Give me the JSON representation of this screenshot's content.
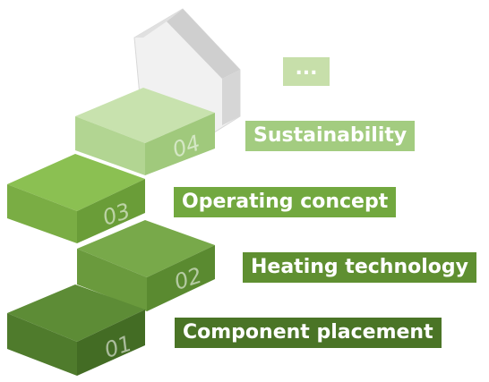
{
  "steps": [
    {
      "number": "01",
      "label": "Component placement",
      "color": "#4a7426"
    },
    {
      "number": "02",
      "label": "Heating technology",
      "color": "#5f8f31"
    },
    {
      "number": "03",
      "label": "Operating concept",
      "color": "#72a83f"
    },
    {
      "number": "04",
      "label": "Sustainability",
      "color": "#a3cc80"
    }
  ],
  "more_label": "...",
  "house_color": "#e8e8e8"
}
